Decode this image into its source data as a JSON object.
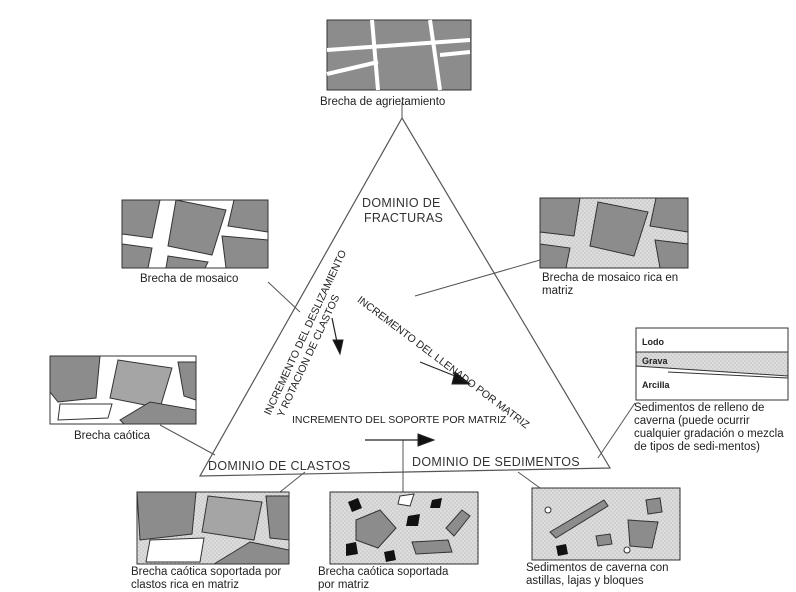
{
  "figure": {
    "panels": [
      {
        "id": "agrietamiento",
        "label": "Brecha de agrietamiento"
      },
      {
        "id": "mosaico",
        "label": "Brecha de mosaico"
      },
      {
        "id": "mosaico_matriz",
        "label": "Brecha de mosaico rica en matriz"
      },
      {
        "id": "caotica",
        "label": "Brecha caótica"
      },
      {
        "id": "caotica_clastos",
        "label": "Brecha caótica soportada por clastos rica en matriz"
      },
      {
        "id": "caotica_matriz",
        "label": "Brecha caótica soportada por matriz"
      },
      {
        "id": "sed_caverna",
        "label": "Sedimentos de caverna con astillas, lajas y bloques"
      },
      {
        "id": "relleno",
        "label": "Sedimentos de relleno de caverna (puede ocurrir cualquier gradación o mezcla de tipos de sedi-mentos)"
      }
    ],
    "domains": {
      "fracturas_line1": "DOMINIO DE",
      "fracturas_line2": "FRACTURAS",
      "clastos": "DOMINIO DE CLASTOS",
      "sedimentos": "DOMINIO DE SEDIMENTOS"
    },
    "trends": {
      "deslizamiento_line1": "INCREMENTO DEL DESLIZAMIENTO",
      "deslizamiento_line2": "Y ROTACION DE CLASTOS",
      "llenado": "INCREMENTO DEL LLENADO POR MATRIZ",
      "soporte": "INCREMENTO DEL SOPORTE POR MATRIZ"
    },
    "strata": {
      "top": "Lodo",
      "middle": "Grava",
      "bottom": "Arcilla"
    }
  }
}
